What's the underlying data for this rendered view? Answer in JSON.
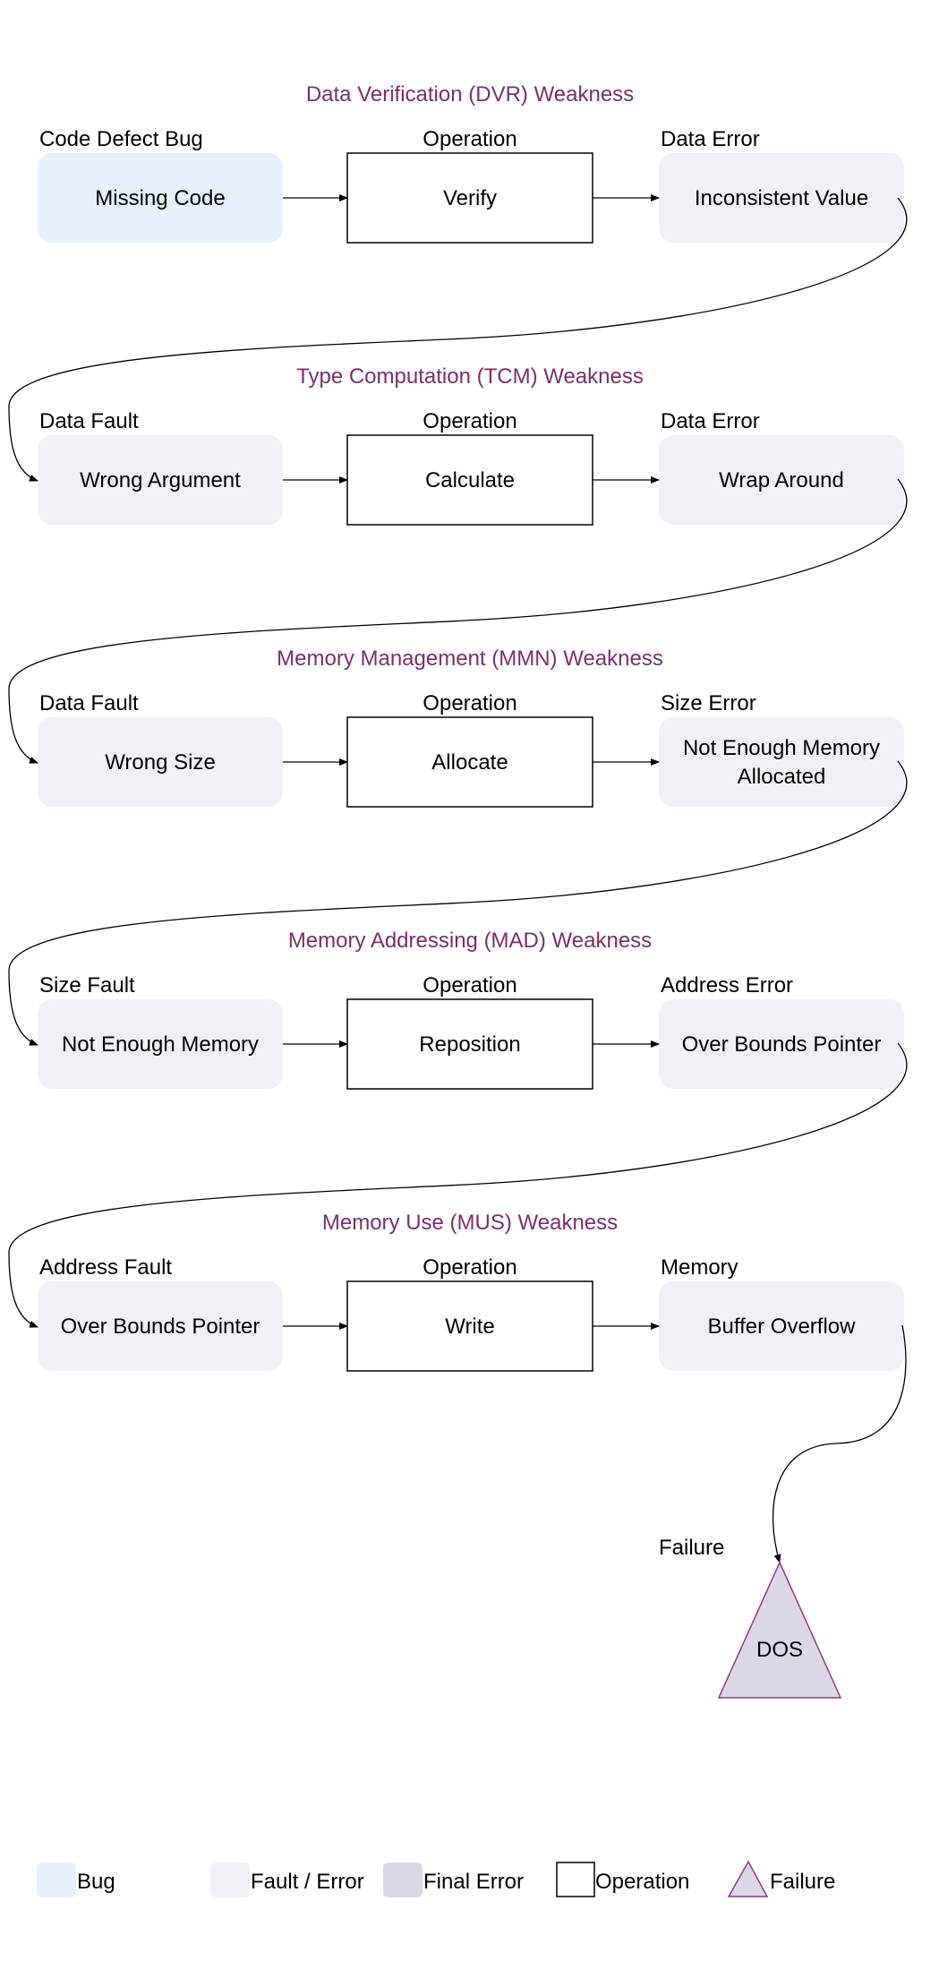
{
  "rows": [
    {
      "title": "Data Verification (DVR) Weakness",
      "left": {
        "header": "Code Defect Bug",
        "text": [
          "Missing Code"
        ],
        "kind": "bug"
      },
      "op": {
        "header": "Operation",
        "text": "Verify"
      },
      "right": {
        "header": "Data Error",
        "text": [
          "Inconsistent Value"
        ]
      }
    },
    {
      "title": "Type Computation (TCM) Weakness",
      "left": {
        "header": "Data Fault",
        "text": [
          "Wrong Argument"
        ],
        "kind": "fault"
      },
      "op": {
        "header": "Operation",
        "text": "Calculate"
      },
      "right": {
        "header": "Data Error",
        "text": [
          "Wrap Around"
        ]
      }
    },
    {
      "title": "Memory Management (MMN) Weakness",
      "left": {
        "header": "Data Fault",
        "text": [
          "Wrong Size"
        ],
        "kind": "fault"
      },
      "op": {
        "header": "Operation",
        "text": "Allocate"
      },
      "right": {
        "header": "Size Error",
        "text": [
          "Not Enough Memory",
          "Allocated"
        ]
      }
    },
    {
      "title": "Memory Addressing (MAD) Weakness",
      "left": {
        "header": "Size Fault",
        "text": [
          "Not Enough Memory"
        ],
        "kind": "fault"
      },
      "op": {
        "header": "Operation",
        "text": "Reposition"
      },
      "right": {
        "header": "Address Error",
        "text": [
          "Over Bounds Pointer"
        ]
      }
    },
    {
      "title": "Memory Use (MUS) Weakness",
      "left": {
        "header": "Address Fault",
        "text": [
          "Over Bounds Pointer"
        ],
        "kind": "fault"
      },
      "op": {
        "header": "Operation",
        "text": "Write"
      },
      "right": {
        "header": "Memory",
        "text": [
          "Buffer Overflow"
        ]
      }
    }
  ],
  "failure": {
    "header": "Failure",
    "text": "DOS"
  },
  "legend": [
    {
      "kind": "bug",
      "label": "Bug"
    },
    {
      "kind": "fault",
      "label": "Fault / Error"
    },
    {
      "kind": "final",
      "label": "Final Error"
    },
    {
      "kind": "operation",
      "label": "Operation"
    },
    {
      "kind": "failure",
      "label": "Failure"
    }
  ],
  "colors": {
    "title": "#7a2e6e",
    "bug": "#e6effc",
    "fault_error": "#f2f0f7",
    "final_error": "#dcd7e7",
    "failure_stroke": "#8a3a82"
  }
}
